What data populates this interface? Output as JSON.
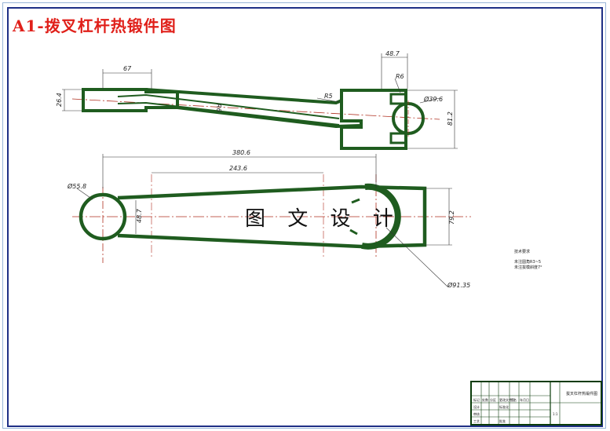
{
  "title": "A1-拨叉杠杆热锻件图",
  "watermark": "图 文 设 计",
  "dimensions": {
    "d67": "67",
    "d48_7": "48.7",
    "r6": "R6",
    "r5": "R5",
    "d26_4": "26.4",
    "d39_6": "Ø39.6",
    "d81_2": "81.2",
    "d380_6": "380.6",
    "d243_6": "243.6",
    "d55_8": "Ø55.8",
    "d48_7_side": "48.7",
    "d79_2": "79.2",
    "d91_35": "Ø91.35"
  },
  "notes": {
    "line1": "技术要求",
    "line2": "未注圆角R3~5",
    "line3": "未注拔模斜度7°"
  },
  "title_block": {
    "name": "拔叉杠杆热锻件图",
    "scale": "1:1",
    "row_labels": [
      "标记",
      "处数",
      "分区",
      "更改文件号",
      "签名",
      "年月日"
    ],
    "row_labels2": [
      "设计",
      "标准化",
      "审核",
      "工艺",
      "批准"
    ]
  },
  "colors": {
    "title": "#e0201a",
    "part_outline": "#1f5c1f",
    "centerline": "#b03020",
    "border": "#1f2f86"
  }
}
